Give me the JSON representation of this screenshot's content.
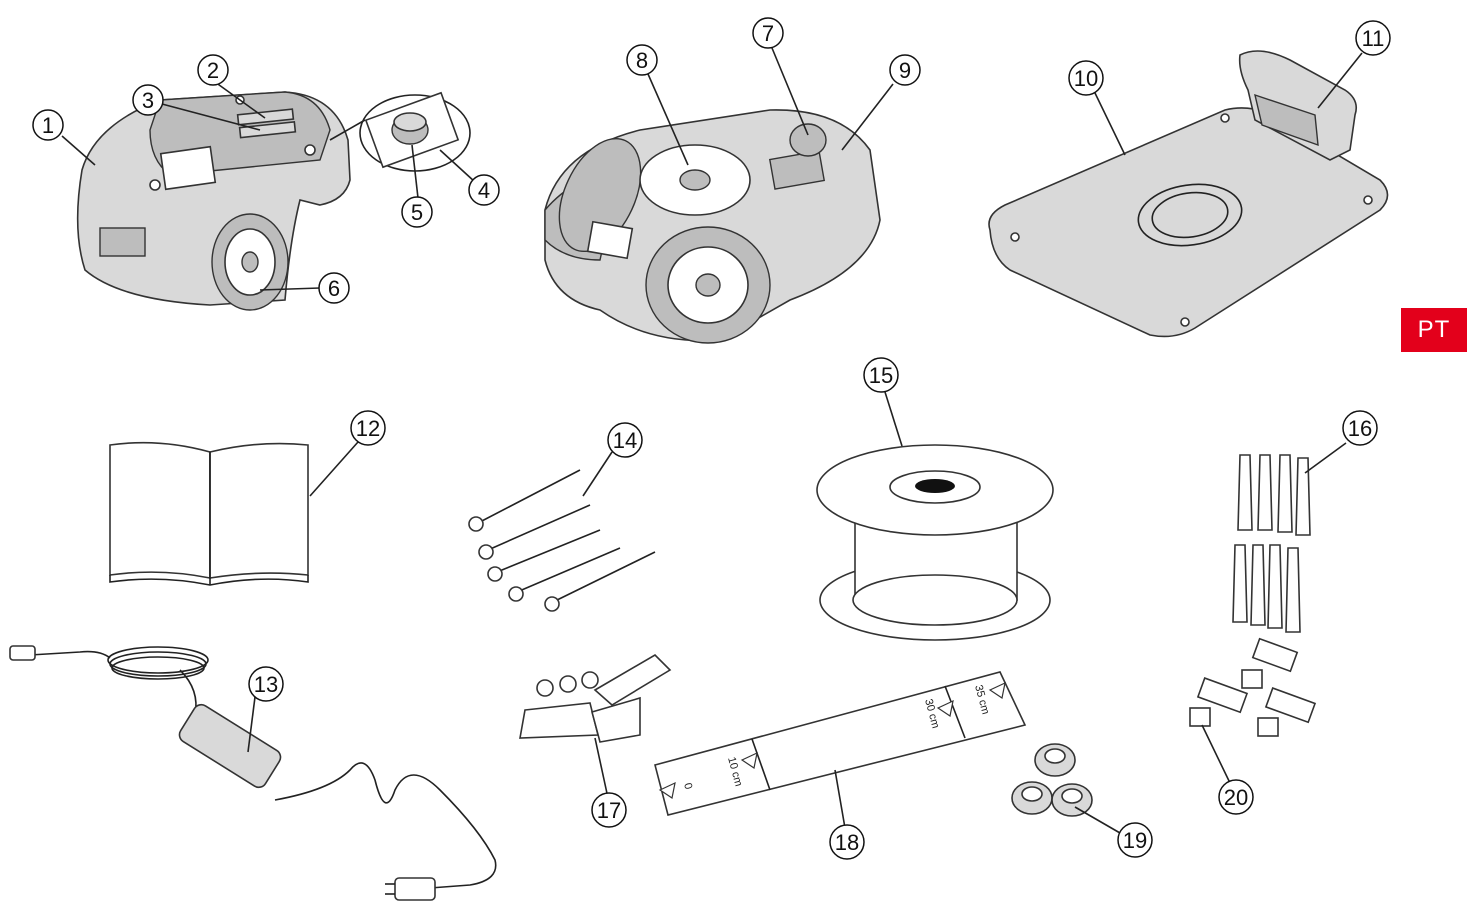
{
  "language_badge": "PT",
  "colors": {
    "badge": "#e3001b",
    "part_fill": "#d9d9d9",
    "line": "#222222"
  },
  "callouts": [
    "1",
    "2",
    "3",
    "4",
    "5",
    "6",
    "7",
    "8",
    "9",
    "10",
    "11",
    "12",
    "13",
    "14",
    "15",
    "16",
    "17",
    "18",
    "19",
    "20"
  ],
  "ruler_labels": {
    "start": "0",
    "mark_10": "10 cm",
    "mark_30": "30 cm",
    "mark_35": "35 cm"
  }
}
